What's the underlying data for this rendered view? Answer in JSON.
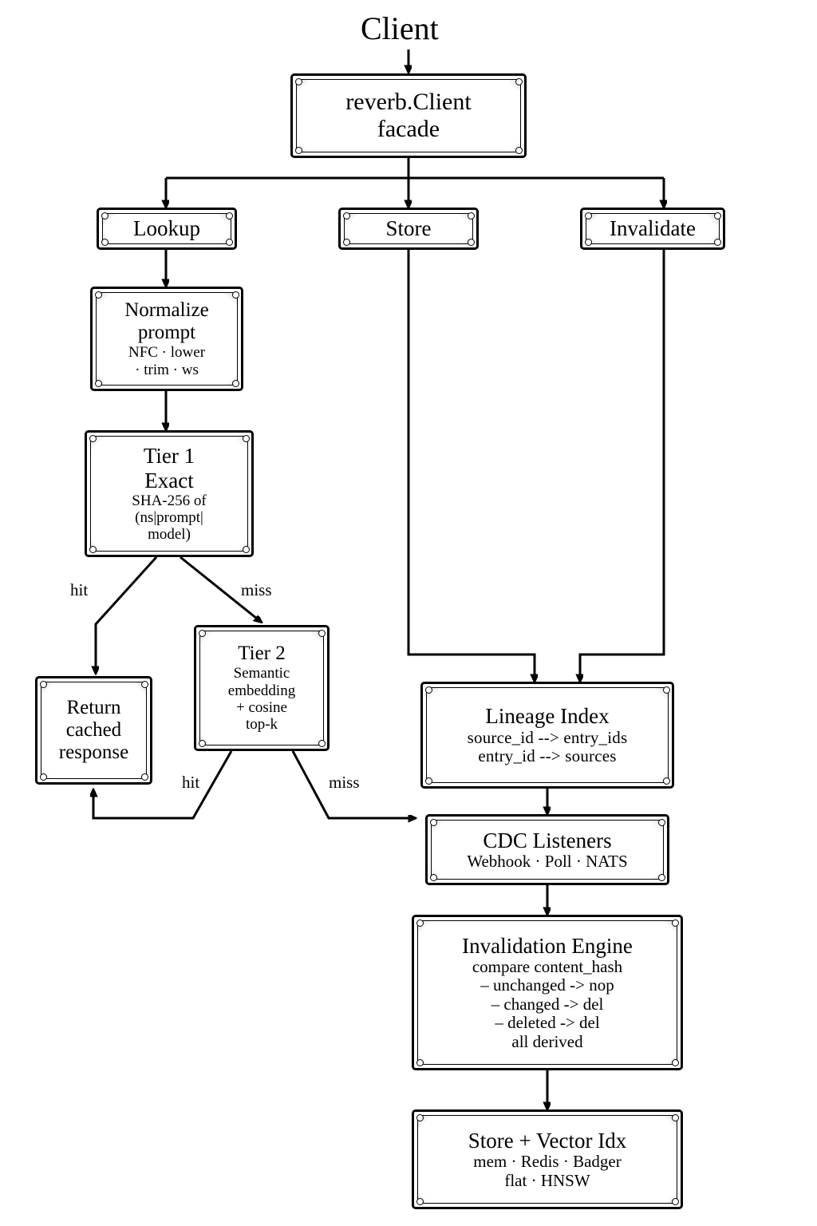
{
  "diagram": {
    "title_text": "Client",
    "style": "hand-drawn flowchart",
    "colors": {
      "stroke": "#000000",
      "background": "#ffffff",
      "fill": "#ffffff"
    }
  },
  "nodes": {
    "client": {
      "label": "Client"
    },
    "facade": {
      "title": "reverb.Client\nfacade",
      "sub": ""
    },
    "lookup": {
      "title": "Lookup",
      "sub": ""
    },
    "store_op": {
      "title": "Store",
      "sub": ""
    },
    "invalidate_op": {
      "title": "Invalidate",
      "sub": ""
    },
    "normalize": {
      "title": "Normalize\nprompt",
      "sub": "NFC · lower\n· trim · ws"
    },
    "tier1": {
      "title": "Tier 1\nExact",
      "sub": "SHA-256 of\n(ns|prompt|\nmodel)"
    },
    "tier2": {
      "title": "Tier 2",
      "sub": "Semantic\nembedding\n+ cosine\ntop-k"
    },
    "return_cached": {
      "title": "Return\ncached\nresponse",
      "sub": ""
    },
    "lineage_index": {
      "title": "Lineage Index",
      "sub": "source_id  --> entry_ids\nentry_id  -->  sources"
    },
    "cdc_listeners": {
      "title": "CDC Listeners",
      "sub": "Webhook · Poll · NATS"
    },
    "invalidation_engine": {
      "title": "Invalidation Engine",
      "sub": "compare  content_hash\n–  unchanged   -> nop\n–  changed       -> del\n–  deleted        -> del\nall  derived"
    },
    "store_vector_idx": {
      "title": "Store + Vector Idx",
      "sub": "mem · Redis · Badger\nflat · HNSW"
    }
  },
  "edge_labels": {
    "tier1_hit": "hit",
    "tier1_miss": "miss",
    "tier2_hit": "hit",
    "tier2_miss": "miss"
  }
}
